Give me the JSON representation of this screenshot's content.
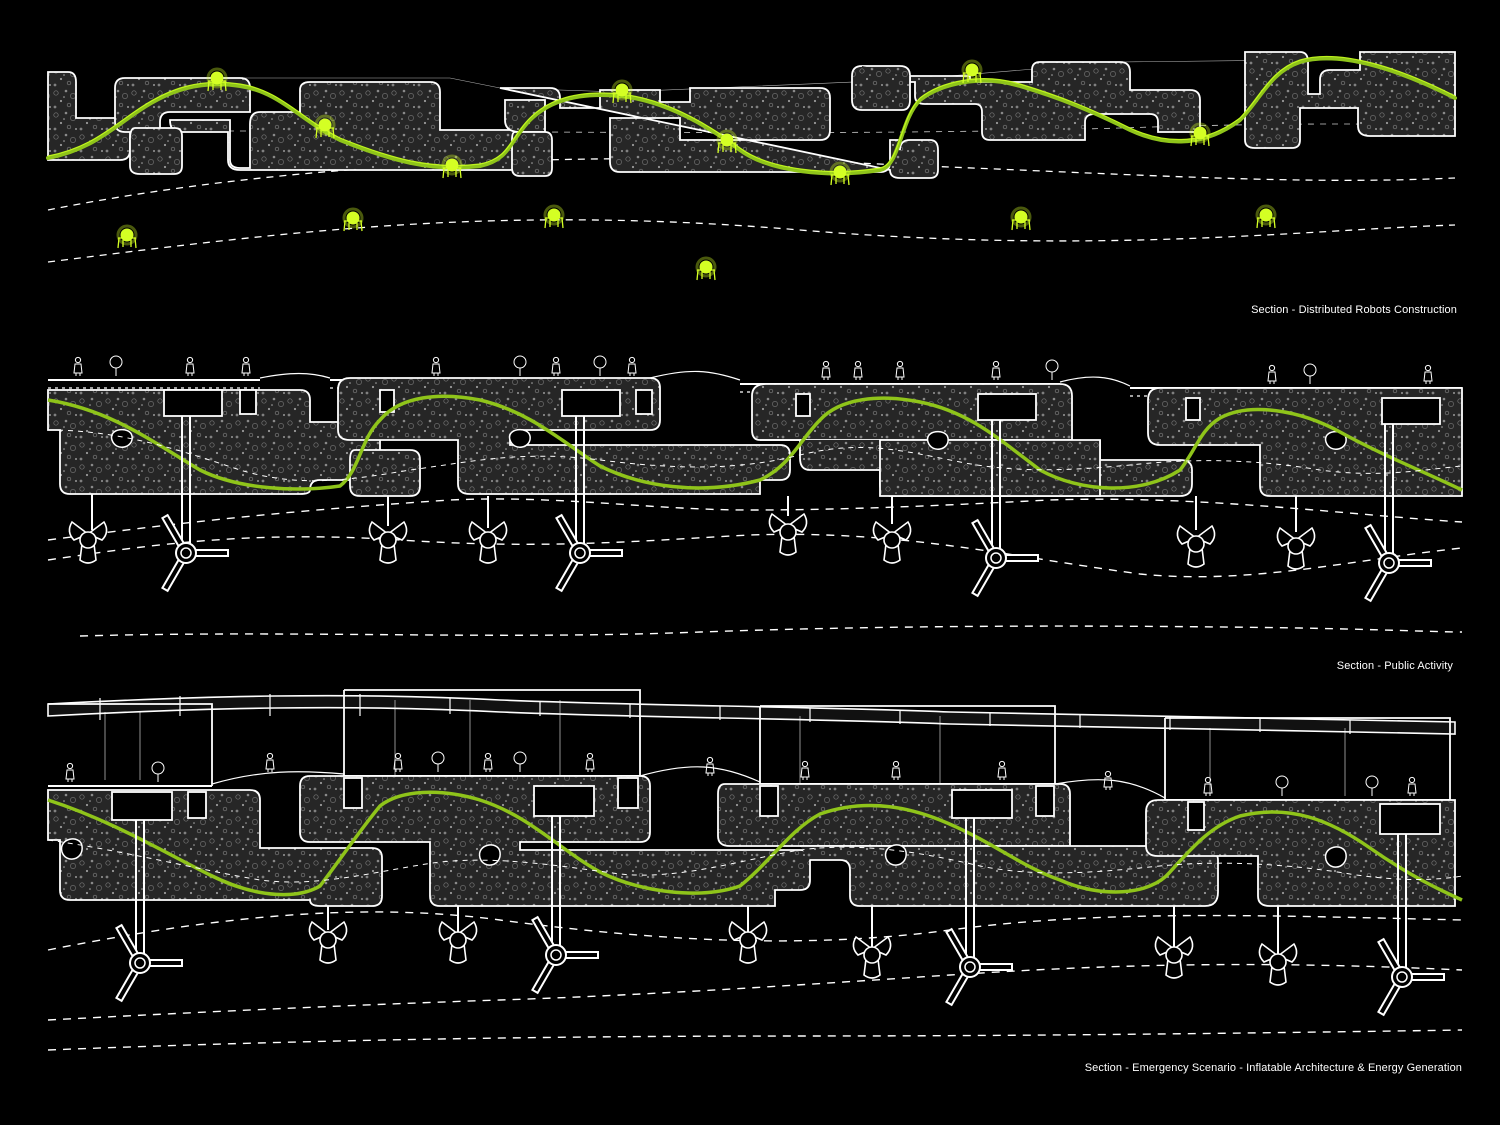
{
  "sections": [
    {
      "id": "robots",
      "caption": "Section - Distributed Robots Construction"
    },
    {
      "id": "public",
      "caption": "Section - Public Activity"
    },
    {
      "id": "emergency",
      "caption": "Section - Emergency Scenario - Inflatable Architecture & Energy Generation"
    }
  ],
  "colors": {
    "background": "#000000",
    "line": "#ffffff",
    "fill": "#2a2a2a",
    "green_accent": "#9bd21e",
    "robot_glow": "#c8ff1e"
  }
}
